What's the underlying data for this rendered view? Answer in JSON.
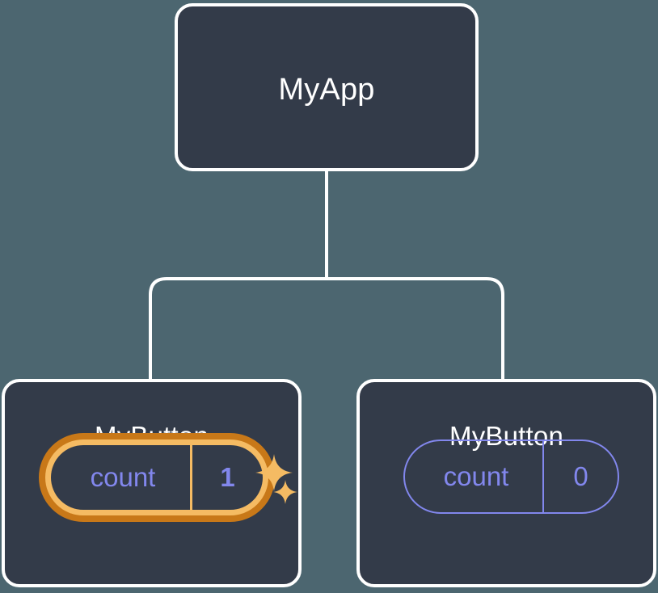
{
  "diagram": {
    "type": "component-tree",
    "background_color": "#4c6670",
    "card_fill": "#333b49",
    "card_border_color": "#ffffff",
    "connector_color": "#ffffff",
    "accent_purple": "#8287ed",
    "accent_orange_outer": "#c87818",
    "accent_orange_inner": "#f5bb63",
    "root": {
      "title": "MyApp"
    },
    "children": [
      {
        "title": "MyButton",
        "state": {
          "key": "count",
          "value": "1"
        },
        "highlighted": true,
        "sparkles": [
          {
            "name": "sparkle-large-icon"
          },
          {
            "name": "sparkle-small-icon"
          }
        ]
      },
      {
        "title": "MyButton",
        "state": {
          "key": "count",
          "value": "0"
        },
        "highlighted": false
      }
    ]
  }
}
